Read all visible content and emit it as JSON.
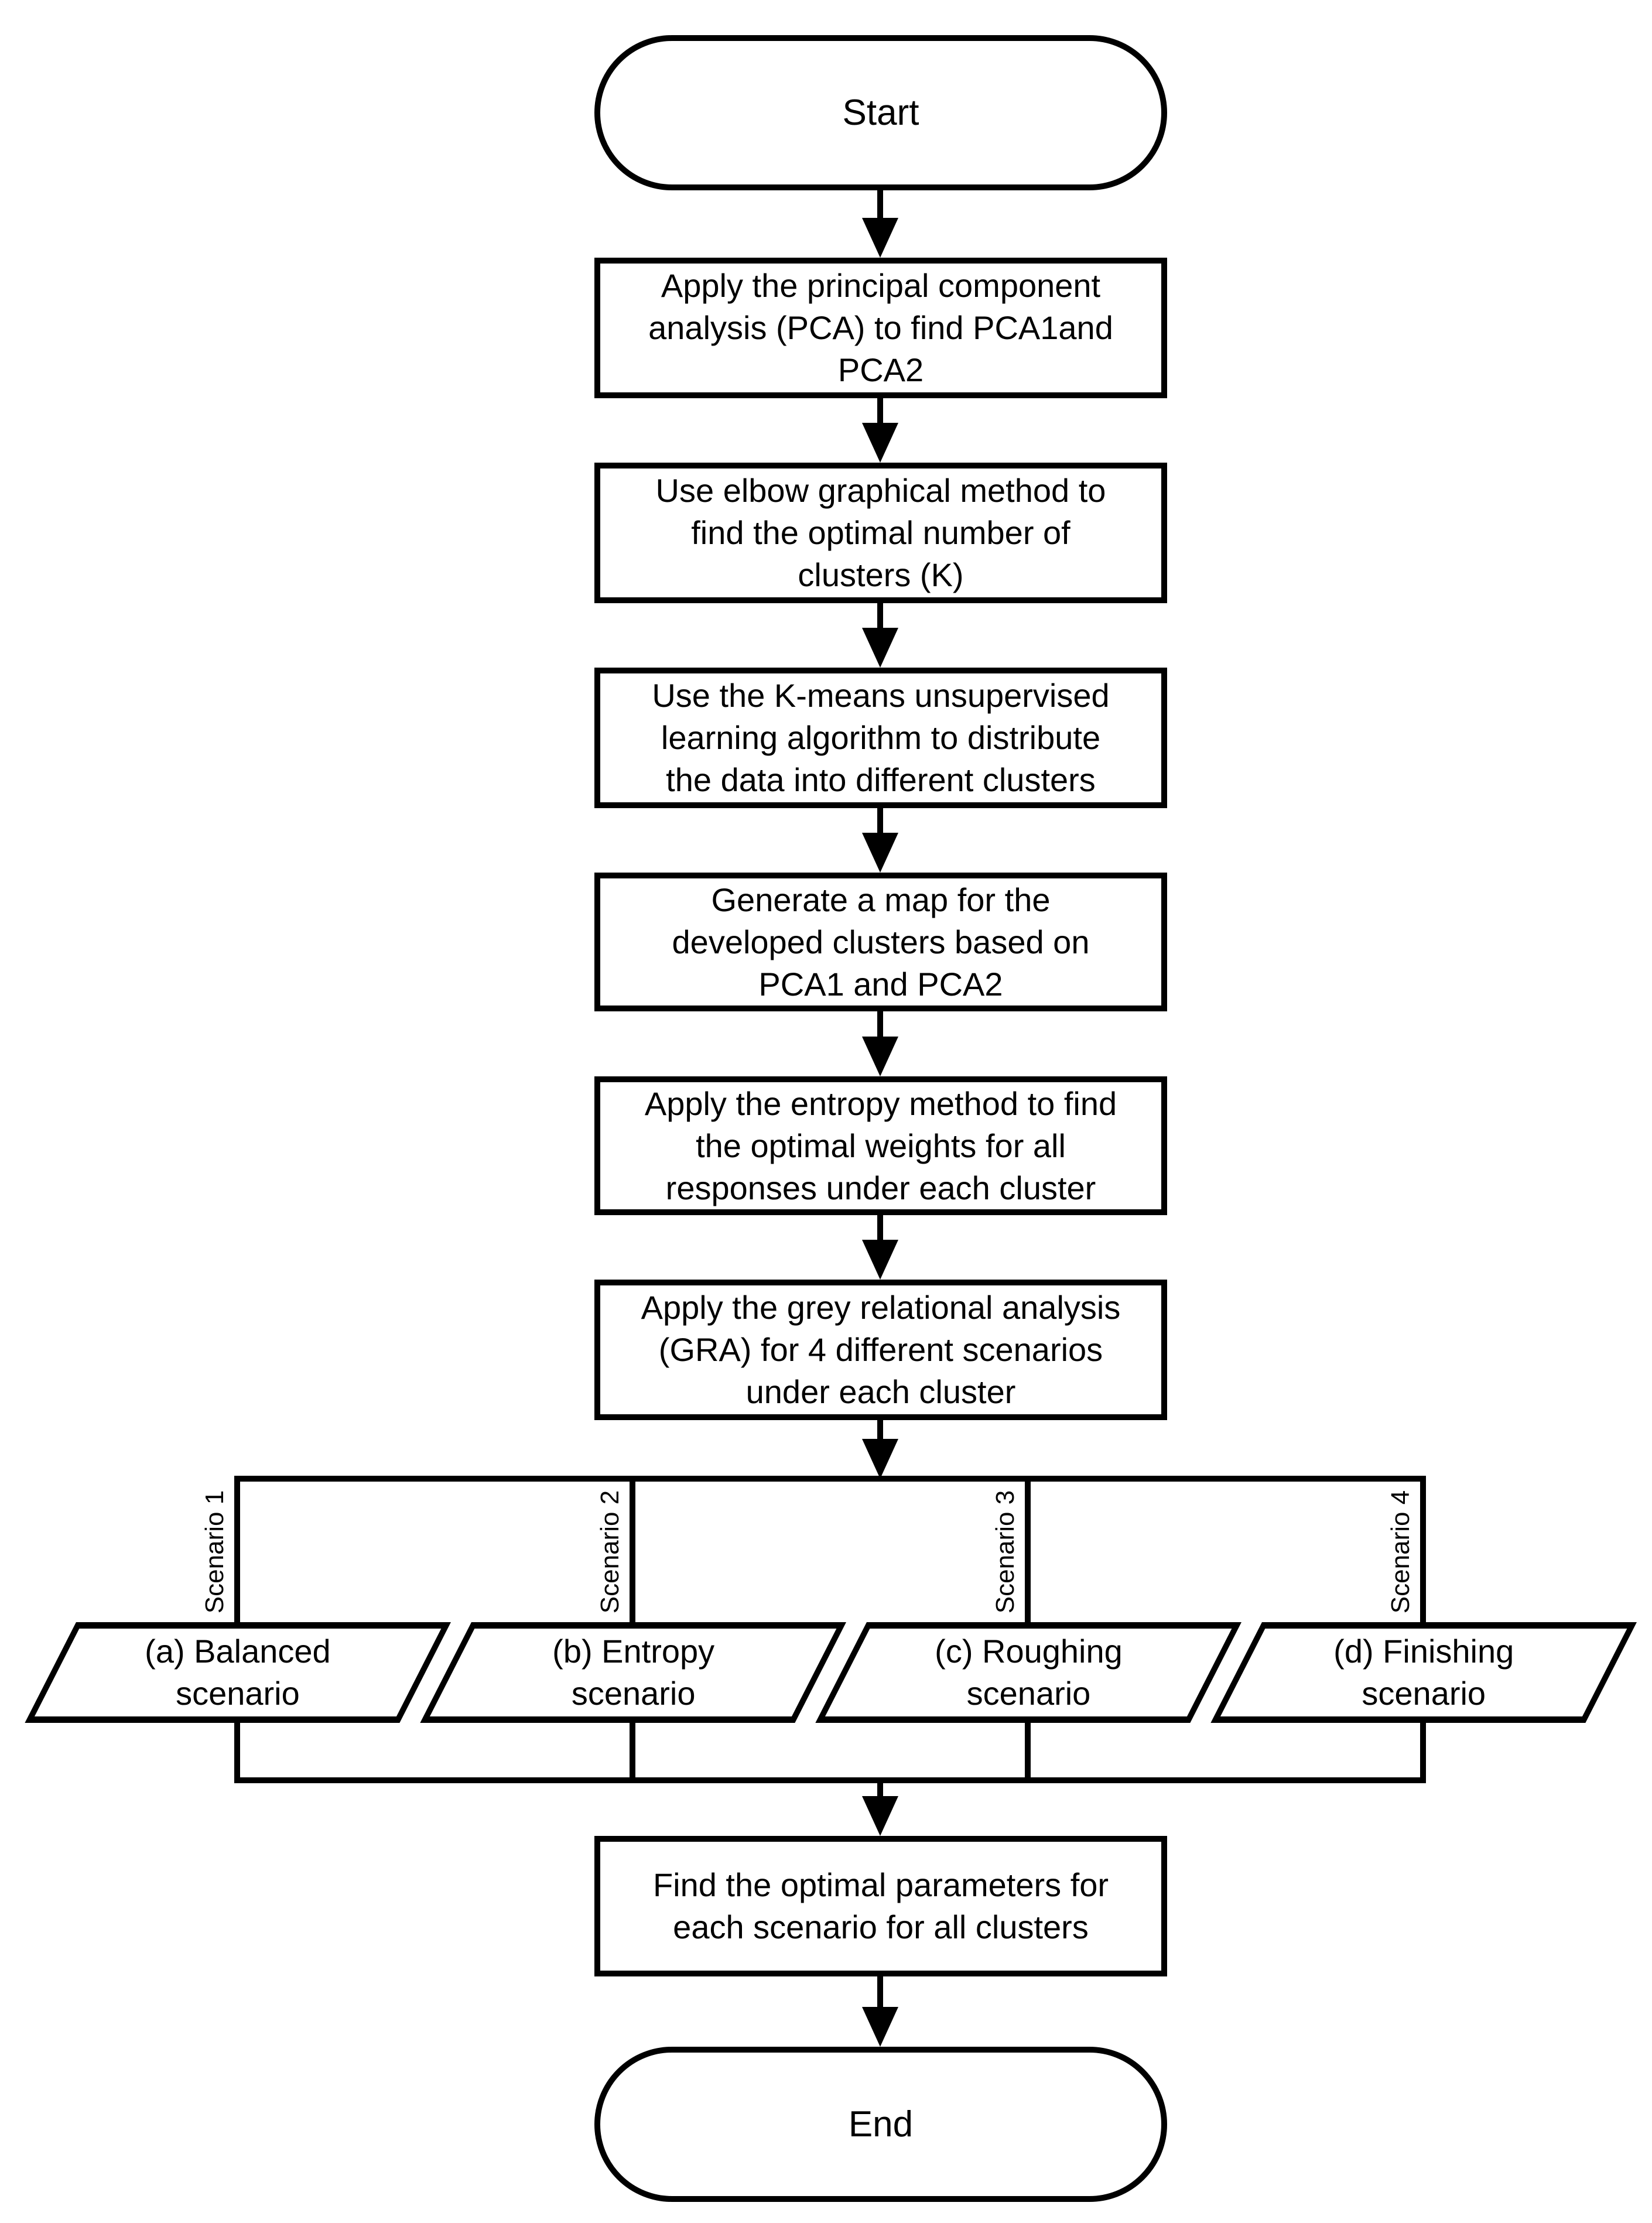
{
  "flowchart": {
    "colors": {
      "stroke": "#000000",
      "fill": "#ffffff"
    },
    "start_label": "Start",
    "end_label": "End",
    "process_boxes": [
      {
        "id": "pca",
        "lines": [
          "Apply the principal component",
          "analysis (PCA) to find PCA1and",
          "PCA2"
        ]
      },
      {
        "id": "elbow",
        "lines": [
          "Use elbow graphical method to",
          "find the optimal number of",
          "clusters (K)"
        ]
      },
      {
        "id": "kmeans",
        "lines": [
          "Use the K-means unsupervised",
          "learning algorithm to distribute",
          "the data into different clusters"
        ]
      },
      {
        "id": "map",
        "lines": [
          "Generate a map for the",
          "developed clusters based on",
          "PCA1 and PCA2"
        ]
      },
      {
        "id": "entropy",
        "lines": [
          "Apply the entropy method to find",
          "the optimal weights for all",
          "responses under each cluster"
        ]
      },
      {
        "id": "gra",
        "lines": [
          "Apply the grey relational analysis",
          "(GRA) for 4 different scenarios",
          "under each cluster"
        ]
      }
    ],
    "scenarios": [
      {
        "branch_label": "Scenario 1",
        "output_lines": [
          "(a) Balanced",
          "scenario"
        ]
      },
      {
        "branch_label": "Scenario 2",
        "output_lines": [
          "(b) Entropy",
          "scenario"
        ]
      },
      {
        "branch_label": "Scenario 3",
        "output_lines": [
          "(c) Roughing",
          "scenario"
        ]
      },
      {
        "branch_label": "Scenario 4",
        "output_lines": [
          "(d) Finishing",
          "scenario"
        ]
      }
    ],
    "final_box": {
      "lines": [
        "Find the optimal parameters for",
        "each scenario for all clusters"
      ]
    }
  }
}
